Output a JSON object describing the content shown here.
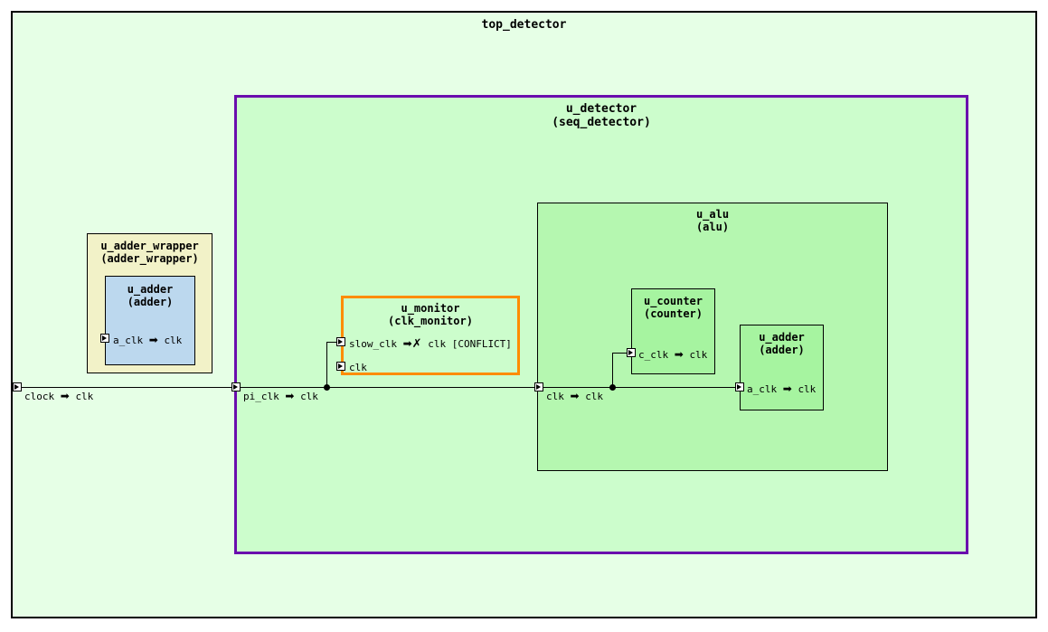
{
  "diagram": {
    "type": "hierarchical-clock-connectivity-block-diagram",
    "colors": {
      "top_background": "#e6ffe6",
      "detector_background": "#ccfdcc",
      "detector_border": "#6a0dad",
      "wrapper_background": "#f2f2c8",
      "wrapper_adder_background": "#bcd8ee",
      "monitor_border": "#ff8c00",
      "alu_background": "#b5f7b0",
      "leaf_background": "#a6f4a0",
      "wire": "#000000"
    }
  },
  "top": {
    "title": "top_detector"
  },
  "detector": {
    "instance": "u_detector",
    "module": "(seq_detector)",
    "port_label": "pi_clk",
    "port_arrow": "➡",
    "port_target": "clk"
  },
  "wrapper": {
    "instance": "u_adder_wrapper",
    "module": "(adder_wrapper)"
  },
  "wrapper_adder": {
    "instance": "u_adder",
    "module": "(adder)",
    "port_label": "a_clk",
    "port_arrow": "➡",
    "port_target": "clk"
  },
  "monitor": {
    "instance": "u_monitor",
    "module": "(clk_monitor)",
    "ports": [
      {
        "name": "slow_clk",
        "arrow": "➡",
        "conflict_mark": "✗",
        "target": "clk",
        "status": "[CONFLICT]"
      },
      {
        "name": "clk",
        "arrow": "",
        "target": ""
      }
    ]
  },
  "alu": {
    "instance": "u_alu",
    "module": "(alu)",
    "port_label": "clk",
    "port_arrow": "➡",
    "port_target": "clk"
  },
  "counter": {
    "instance": "u_counter",
    "module": "(counter)",
    "port_label": "c_clk",
    "port_arrow": "➡",
    "port_target": "clk"
  },
  "alu_adder": {
    "instance": "u_adder",
    "module": "(adder)",
    "port_label": "a_clk",
    "port_arrow": "➡",
    "port_target": "clk"
  },
  "root_clock": {
    "port_label": "clock",
    "port_arrow": "➡",
    "port_target": "clk"
  }
}
